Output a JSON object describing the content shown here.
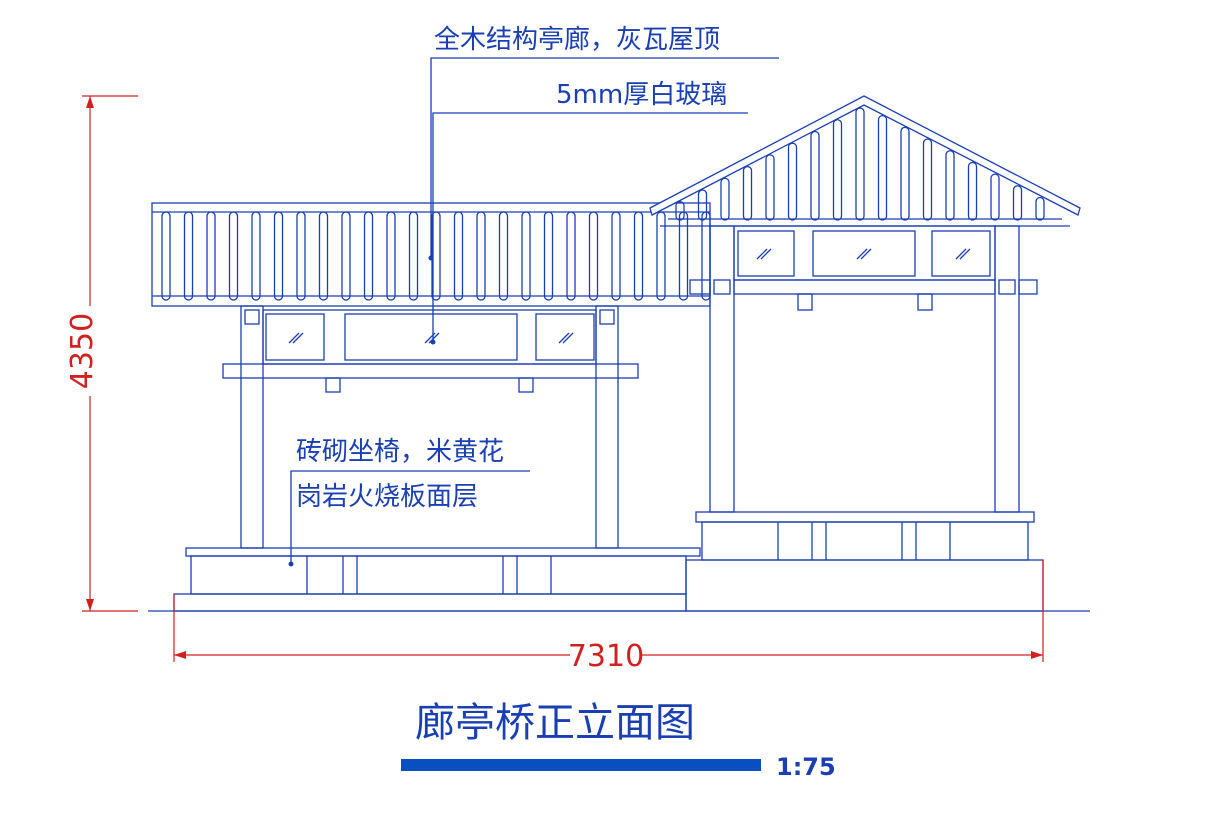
{
  "drawing": {
    "title": "廊亭桥正立面图",
    "scale": "1:75",
    "notes": {
      "roof_structure": "全木结构亭廊，灰瓦屋顶",
      "glass": "5mm厚白玻璃",
      "seat_line1": "砖砌坐椅，米黄花",
      "seat_line2": "岗岩火烧板面层"
    },
    "dimensions": {
      "height": "4350",
      "width": "7310"
    }
  },
  "colors": {
    "line": "#1a3fb3",
    "dimension": "#d02020",
    "scale_bar": "#0a4fc0"
  }
}
